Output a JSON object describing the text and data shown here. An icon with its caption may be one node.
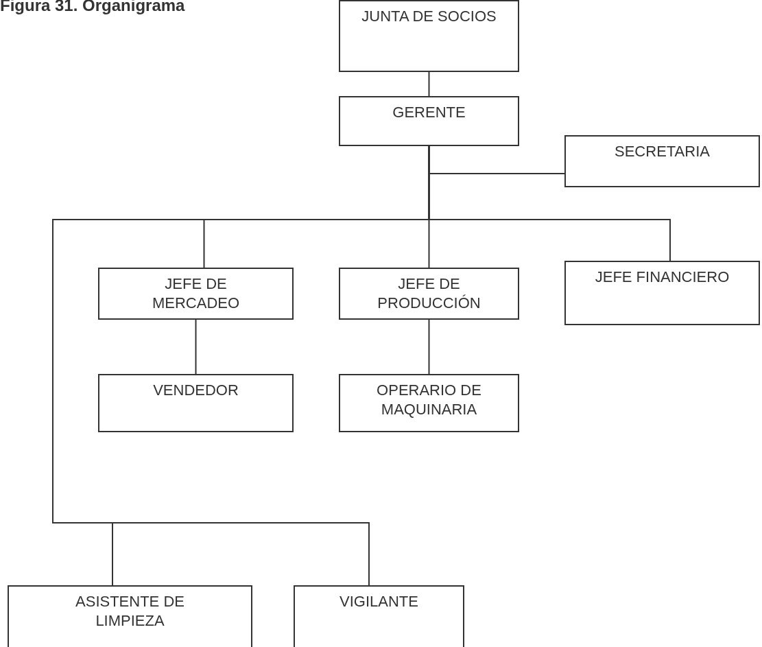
{
  "diagram": {
    "title": "Figura 31. Organigrama",
    "nodes": [
      {
        "text": [
          "JUNTA DE SOCIOS"
        ]
      },
      {
        "text": [
          "GERENTE"
        ]
      },
      {
        "text": [
          "SECRETARIA"
        ]
      },
      {
        "text": [
          "JEFE DE MERCADEO"
        ]
      },
      {
        "text": [
          "JEFE DE PRODUCCIÓN"
        ]
      },
      {
        "text": [
          "JEFE FINANCIERO"
        ]
      },
      {
        "text": [
          "VENDEDOR"
        ]
      },
      {
        "text": [
          "OPERARIO DE MAQUINARIA"
        ]
      },
      {
        "text": [
          "ASISTENTE DE LIMPIEZA"
        ]
      },
      {
        "text": [
          "VIGILANTE"
        ]
      }
    ],
    "edges": [
      {
        "from": 0,
        "to": 1,
        "arrow": "none"
      },
      {
        "from": 1,
        "to": 2,
        "arrow": "none"
      },
      {
        "from": 1,
        "to": 3,
        "arrow": "none"
      },
      {
        "from": 1,
        "to": 4,
        "arrow": "none"
      },
      {
        "from": 1,
        "to": 5,
        "arrow": "none"
      },
      {
        "from": 1,
        "to": 8,
        "arrow": "none"
      },
      {
        "from": 1,
        "to": 9,
        "arrow": "none"
      },
      {
        "from": 3,
        "to": 6,
        "arrow": "none"
      },
      {
        "from": 4,
        "to": 7,
        "arrow": "none"
      }
    ]
  }
}
